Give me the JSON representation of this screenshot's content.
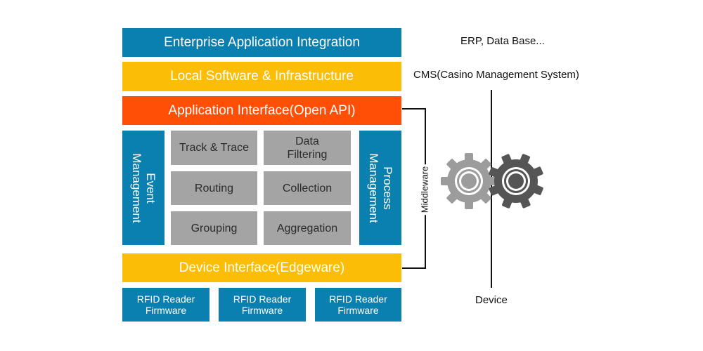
{
  "layers": {
    "eai": "Enterprise Application Integration",
    "local_software": "Local Software & Infrastructure",
    "app_interface": "Application Interface(Open API)",
    "device_interface": "Device Interface(Edgeware)"
  },
  "side_panels": {
    "event_management": "Event\nManagement",
    "process_management": "Process\nManagement"
  },
  "functions": {
    "track_trace": "Track & Trace",
    "data_filtering": "Data\nFiltering",
    "routing": "Routing",
    "collection": "Collection",
    "grouping": "Grouping",
    "aggregation": "Aggregation"
  },
  "firmware": [
    "RFID Reader\nFirmware",
    "RFID Reader\nFirmware",
    "RFID Reader\nFirmware"
  ],
  "labels": {
    "erp": "ERP, Data Base...",
    "cms": "CMS(Casino Management System)",
    "middleware": "Middleware",
    "device": "Device"
  },
  "colors": {
    "blue": "#0a80b1",
    "yellow": "#fbbd05",
    "orange": "#ff4f06",
    "gray": "#a4a4a4",
    "gear_light": "#9c9c9c",
    "gear_dark": "#555555"
  }
}
